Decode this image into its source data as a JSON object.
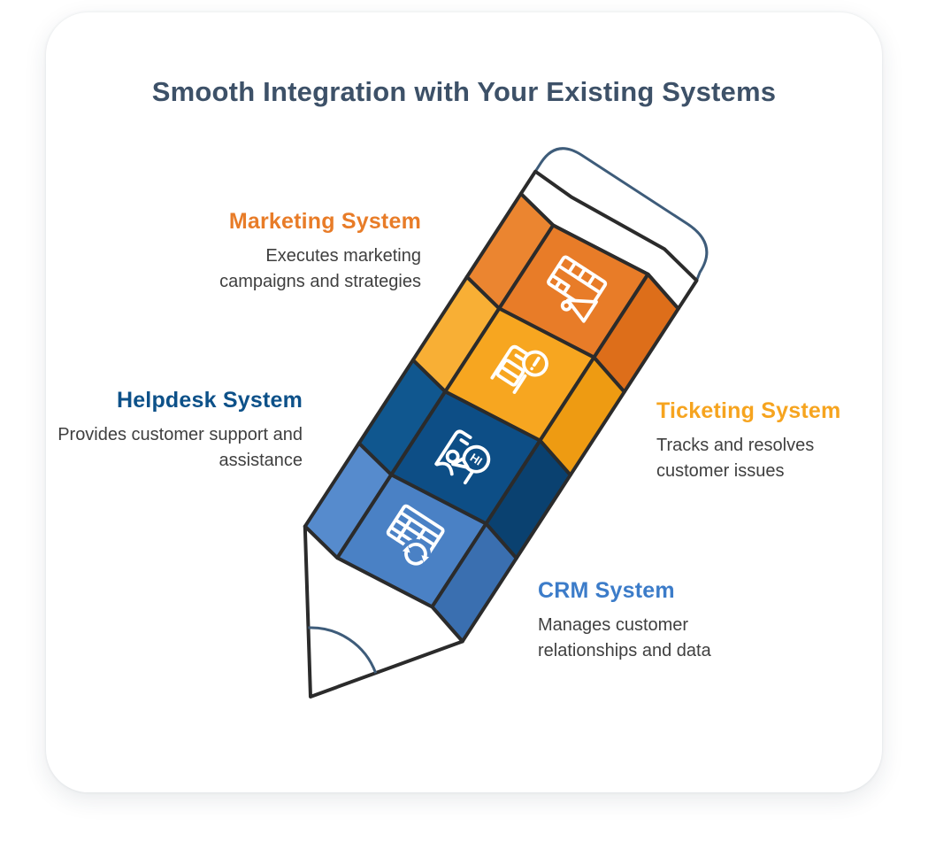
{
  "title": "Smooth Integration with Your Existing Systems",
  "theme": {
    "title_color": "#3D5168",
    "body_text_color": "#3F3F3F",
    "segment_outline_color": "#2B2B2B",
    "eraser_outline_color": "#3E5C7A",
    "background_color": "#FFFFFF",
    "card_color": "#FFFFFF"
  },
  "pencil": {
    "bubble_text": "HI",
    "eraser_color": "#FFFFFF",
    "tip_color": "#FFFFFF"
  },
  "systems": [
    {
      "id": "marketing",
      "label": "Marketing System",
      "label_color": "#E87C28",
      "description": "Executes marketing campaigns and strategies",
      "color": "#E87C28",
      "color_light": "#EB8530",
      "color_dark": "#DD6E1A",
      "icon": "campaign-calendar-megaphone-icon",
      "label_side": "left"
    },
    {
      "id": "ticketing",
      "label": "Ticketing System",
      "label_color": "#F6A41F",
      "description": "Tracks and resolves customer issues",
      "color": "#F7A620",
      "color_light": "#F8AF35",
      "color_dark": "#EE9B12",
      "icon": "ticket-alert-icon",
      "label_side": "right"
    },
    {
      "id": "helpdesk",
      "label": "Helpdesk System",
      "label_color": "#0D5189",
      "description": "Provides customer support and assistance",
      "color": "#0D4E86",
      "color_light": "#10578F",
      "color_dark": "#0A4170",
      "icon": "support-greeting-chat-icon",
      "label_side": "left"
    },
    {
      "id": "crm",
      "label": "CRM System",
      "label_color": "#3C7CC9",
      "description": "Manages customer relationships and data",
      "color": "#4A81C5",
      "color_light": "#568BCD",
      "color_dark": "#3A6FB0",
      "icon": "table-sync-icon",
      "label_side": "right"
    }
  ]
}
